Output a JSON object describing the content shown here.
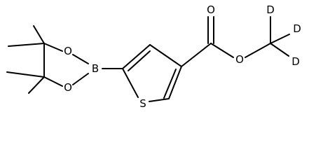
{
  "molecule": {
    "atoms": {
      "boron": "B",
      "ring_oxygen_top": "O",
      "ring_oxygen_bottom": "O",
      "sulfur": "S",
      "carbonyl_oxygen": "O",
      "ester_oxygen": "O",
      "deuterium_top": "D",
      "deuterium_right": "D",
      "deuterium_bottom": "D"
    }
  }
}
